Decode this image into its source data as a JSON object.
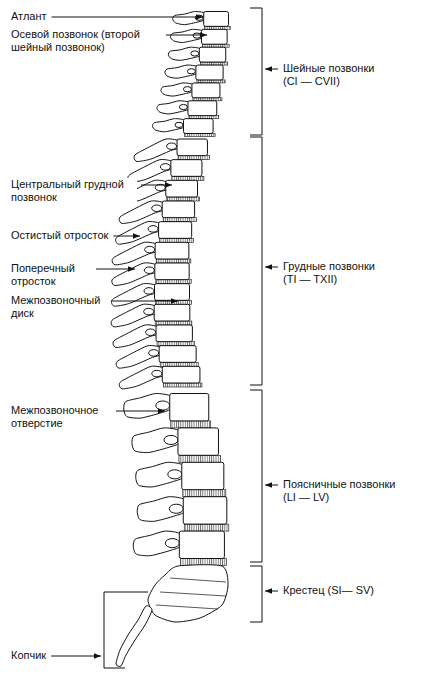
{
  "diagram": {
    "labels": [
      "Атлант",
      "Осевой позвонок (второй шейный позвонок)",
      "Шейные позвонки (CI — CVII)",
      "Центральный грудной позвонок",
      "Остистый отросток",
      "Поперечный отросток",
      "Межпозвоночный диск",
      "Грудные позвонки (TI — TXII)",
      "Межпозвоночное отверстие",
      "Поясничные позвонки (LI — LV)",
      "Крестец (SI— SV)",
      "Копчик"
    ]
  }
}
